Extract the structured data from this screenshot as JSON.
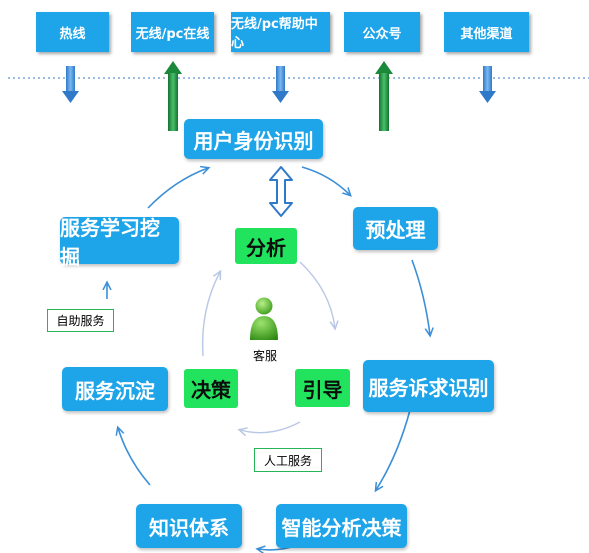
{
  "channels": [
    {
      "label": "热线",
      "flow": "down"
    },
    {
      "label": "无线/pc在线",
      "flow": "up"
    },
    {
      "label": "无线/pc帮助中心",
      "flow": "down"
    },
    {
      "label": "公众号",
      "flow": "up"
    },
    {
      "label": "其他渠道",
      "flow": "down"
    }
  ],
  "cycle": {
    "identity": "用户身份识别",
    "preprocess": "预处理",
    "request": "服务诉求识别",
    "analysis": "智能分析决策",
    "knowledge": "知识体系",
    "settle": "服务沉淀",
    "learning": "服务学习挖掘"
  },
  "center": {
    "analyze": "分析",
    "decide": "决策",
    "guide": "引导",
    "agent": "客服"
  },
  "notes": {
    "self_service": "自助服务",
    "manual_service": "人工服务"
  },
  "colors": {
    "box_blue": "#1ea4e8",
    "center_green": "#22e35e",
    "arrow_blue": "#1e7fd0",
    "arrow_green": "#1a8a3a",
    "divider": "#7aa7d6"
  },
  "icons": {
    "agent": "person-icon"
  }
}
